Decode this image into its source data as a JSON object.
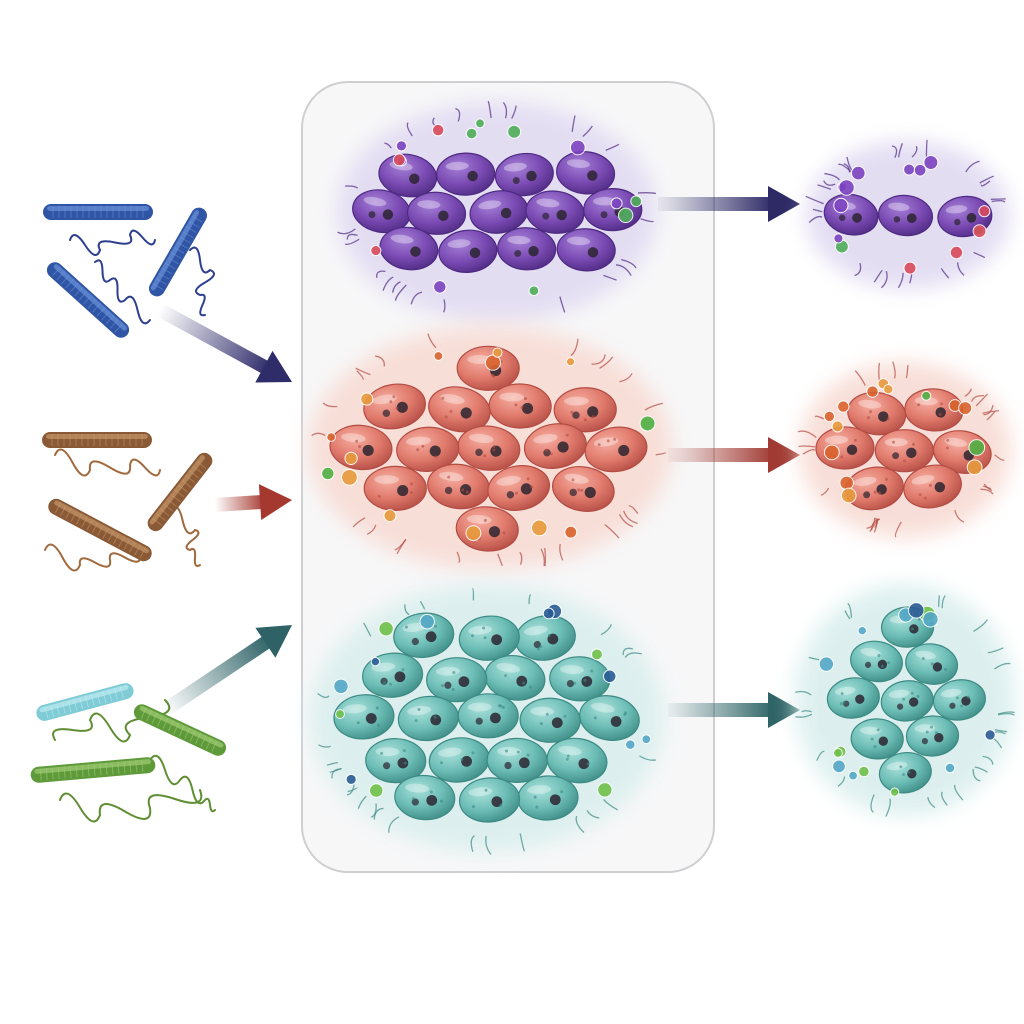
{
  "groups": [
    {
      "id": "purple",
      "rod_color": "#2f55a4",
      "rod_light": "#6f96dd",
      "fiber_color": "#2d3f8f",
      "cell_color": "#7b4bb4",
      "cell_dark": "#4e2a82",
      "cell_light": "#a47fd6",
      "halo_color": "#e2dcf2",
      "arrow_in_color": "#2f2c6a",
      "arrow_out_color": "#2d2a66",
      "granule_colors": [
        "#7b42c0",
        "#d94a5a",
        "#4fae5a"
      ]
    },
    {
      "id": "red",
      "rod_color": "#8a5a36",
      "rod_light": "#c99a6f",
      "fiber_color": "#a06a3e",
      "cell_color": "#e07a6c",
      "cell_dark": "#b34c43",
      "cell_light": "#f5ada0",
      "halo_color": "#f8ddd6",
      "arrow_in_color": "#a5382f",
      "arrow_out_color": "#a03a33",
      "granule_colors": [
        "#4fb043",
        "#d9632d",
        "#e79a3c"
      ]
    },
    {
      "id": "teal",
      "rod_color": "#5f9a3a",
      "rod_light": "#a6d07a",
      "fiber_color": "#5f8e33",
      "cell_color": "#6cbdb6",
      "cell_dark": "#3c8a84",
      "cell_light": "#a9e0da",
      "halo_color": "#dbefee",
      "arrow_in_color": "#2e6266",
      "arrow_out_color": "#2f6466",
      "granule_colors": [
        "#2b5c96",
        "#53a7c6",
        "#6fc14a"
      ],
      "alt_rod_color": "#7fcbd6",
      "alt_rod_light": "#c3eef2"
    }
  ],
  "panel": {
    "fill": "#f7f7f8",
    "stroke": "#cfcfd2"
  }
}
